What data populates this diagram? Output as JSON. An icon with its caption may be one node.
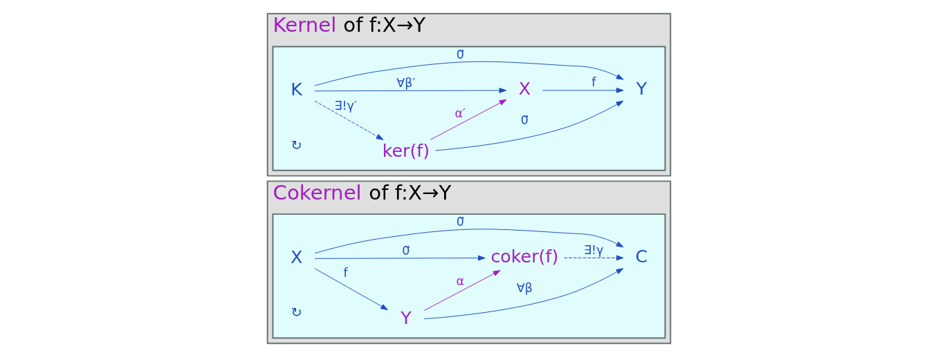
{
  "diagram": {
    "nodes": [
      {
        "text": [
          "Cokernel of f:X→Y"
        ]
      },
      {
        "text": [],
        "shape": "box",
        "in": 0
      },
      {
        "text": [
          "X"
        ],
        "in": 1
      },
      {
        "text": [
          "Y"
        ],
        "in": 1
      },
      {
        "text": [
          "coker(f)"
        ],
        "in": 1
      },
      {
        "text": [
          "C"
        ],
        "in": 1
      },
      {
        "text": [
          "Kernel of f:X→Y"
        ]
      },
      {
        "text": [],
        "shape": "box",
        "in": 6
      },
      {
        "text": [
          "K"
        ],
        "in": 7
      },
      {
        "text": [
          "ker(f)"
        ],
        "in": 7
      },
      {
        "text": [
          "X"
        ],
        "in": 7
      },
      {
        "text": [
          "Y"
        ],
        "in": 7
      }
    ],
    "edges": [
      {
        "from": 2,
        "to": 3,
        "arrow": "to",
        "label": "f"
      },
      {
        "from": 3,
        "to": 4,
        "arrow": "to",
        "label": "α",
        "color": "#a020c0"
      },
      {
        "from": 2,
        "to": 4,
        "arrow": "to",
        "label": "0⃗"
      },
      {
        "from": 4,
        "to": 5,
        "arrow": "to",
        "label": "∃!γ",
        "style": "dashed"
      },
      {
        "from": 3,
        "to": 5,
        "arrow": "to",
        "label": "∀β"
      },
      {
        "from": 2,
        "to": 5,
        "arrow": "to",
        "label": "0⃗"
      },
      {
        "from": 8,
        "to": 11,
        "arrow": "to",
        "label": "0⃗"
      },
      {
        "from": 8,
        "to": 10,
        "arrow": "to",
        "label": "∀β′"
      },
      {
        "from": 8,
        "to": 9,
        "arrow": "to",
        "label": "∃!γ′",
        "style": "dashed"
      },
      {
        "from": 9,
        "to": 10,
        "arrow": "to",
        "label": "α′",
        "color": "#a020c0"
      },
      {
        "from": 10,
        "to": 11,
        "arrow": "to",
        "label": "f"
      },
      {
        "from": 9,
        "to": 11,
        "arrow": "to",
        "label": "0⃗"
      }
    ],
    "labels": [
      "↻",
      "↻"
    ]
  }
}
